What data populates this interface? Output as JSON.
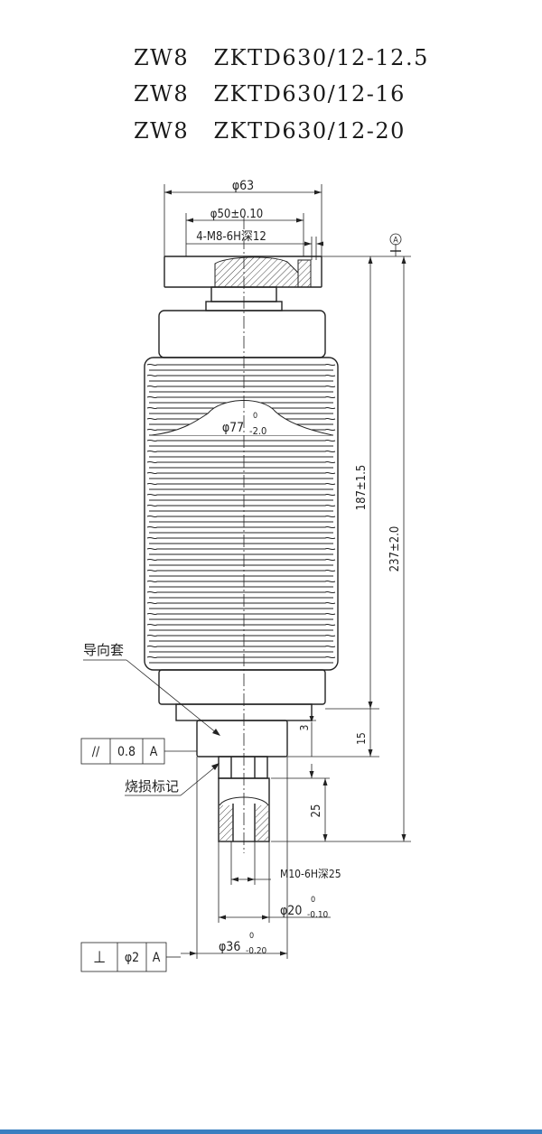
{
  "titles": [
    "ZW8   ZKTD630/12-12.5",
    "ZW8   ZKTD630/12-16",
    "ZW8   ZKTD630/12-20"
  ],
  "dimensions": {
    "d63": "φ63",
    "d50": "φ50±0.10",
    "thread_top": "4-M8-6H深12",
    "d77": "φ77",
    "d77_upper": "0",
    "d77_lower": "-2.0",
    "len187": "187±1.5",
    "len237": "237±2.0",
    "len3": "3",
    "len15": "15",
    "len25": "25",
    "thread_bottom": "M10-6H深25",
    "d20": "φ20",
    "d20_upper": "0",
    "d20_lower": "-0.10",
    "d36": "φ36",
    "d36_upper": "0",
    "d36_lower": "-0.20"
  },
  "datum": "A",
  "tolerance_parallel": {
    "symbol": "//",
    "value": "0.8",
    "datum": "A"
  },
  "tolerance_perpendicular": {
    "symbol": "⊥",
    "value": "φ2",
    "datum": "A"
  },
  "labels": {
    "guide_sleeve": "导向套",
    "wear_mark": "烧损标记"
  },
  "colors": {
    "line": "#222222",
    "hatch": "#444444",
    "accent_bar": "#3a7fc0"
  }
}
